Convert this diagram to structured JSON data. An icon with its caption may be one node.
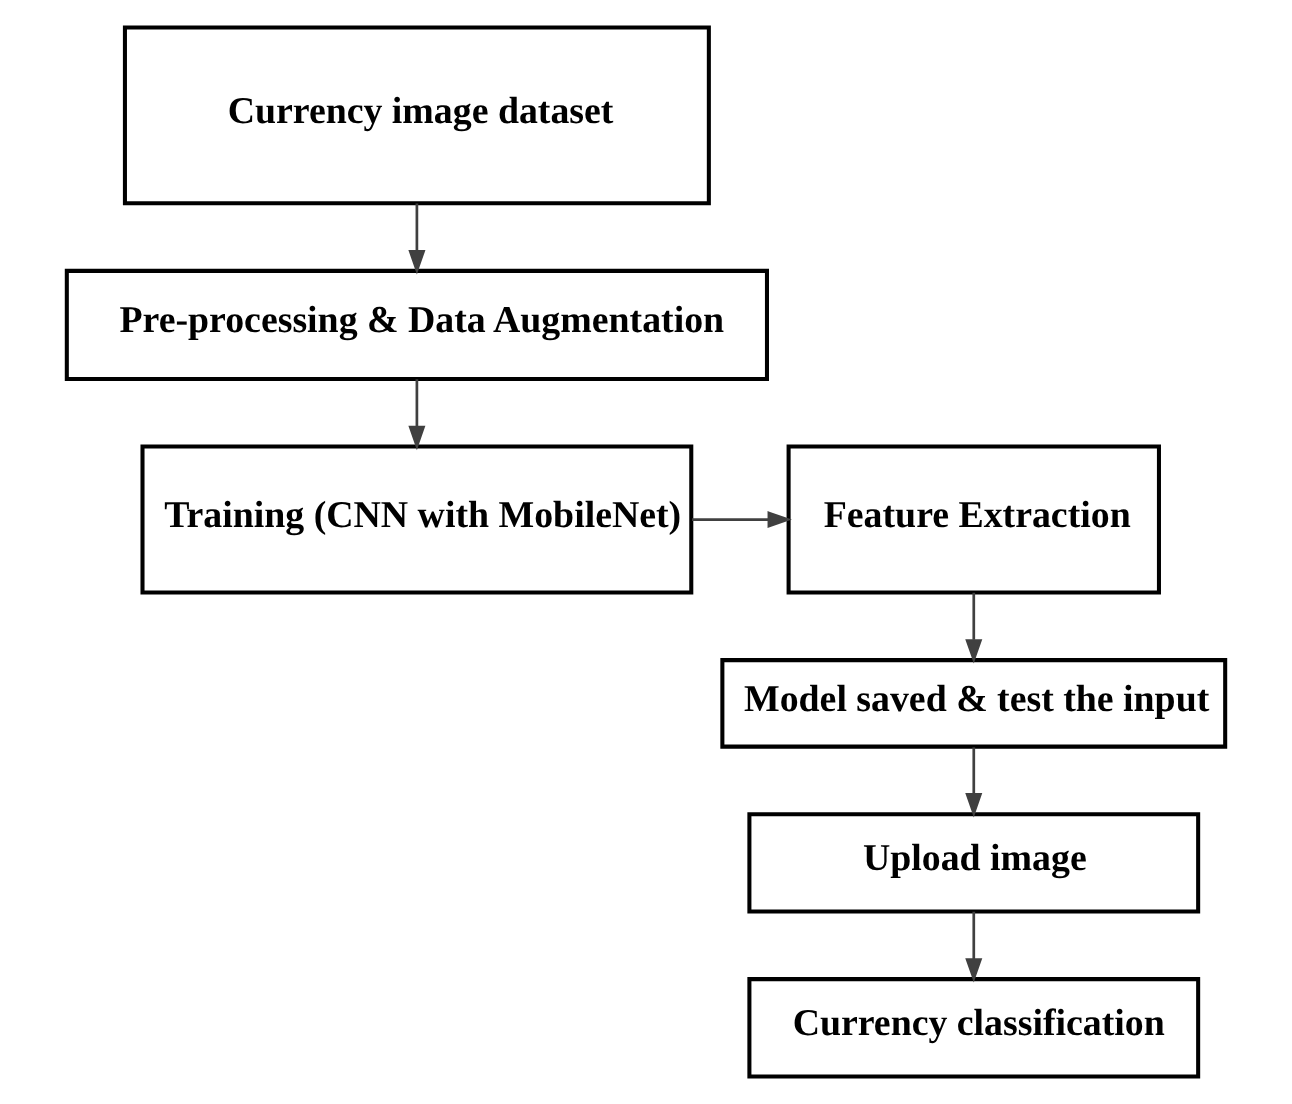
{
  "diagram": {
    "nodes": [
      {
        "text": [
          "Currency image dataset"
        ]
      },
      {
        "text": [
          "Pre-processing & Data Augmentation"
        ]
      },
      {
        "text": [
          "Training (CNN with MobileNet)"
        ]
      },
      {
        "text": [
          "Feature Extraction"
        ]
      },
      {
        "text": [
          "Model saved & test the input"
        ]
      },
      {
        "text": [
          "Upload image"
        ]
      },
      {
        "text": [
          "Currency classification"
        ]
      }
    ],
    "edges": [
      {
        "from": 0,
        "to": 1,
        "arrow": "to"
      },
      {
        "from": 1,
        "to": 2,
        "arrow": "to"
      },
      {
        "from": 2,
        "to": 3,
        "arrow": "to"
      },
      {
        "from": 3,
        "to": 4,
        "arrow": "to"
      },
      {
        "from": 4,
        "to": 5,
        "arrow": "to"
      },
      {
        "from": 5,
        "to": 6,
        "arrow": "to"
      }
    ]
  }
}
